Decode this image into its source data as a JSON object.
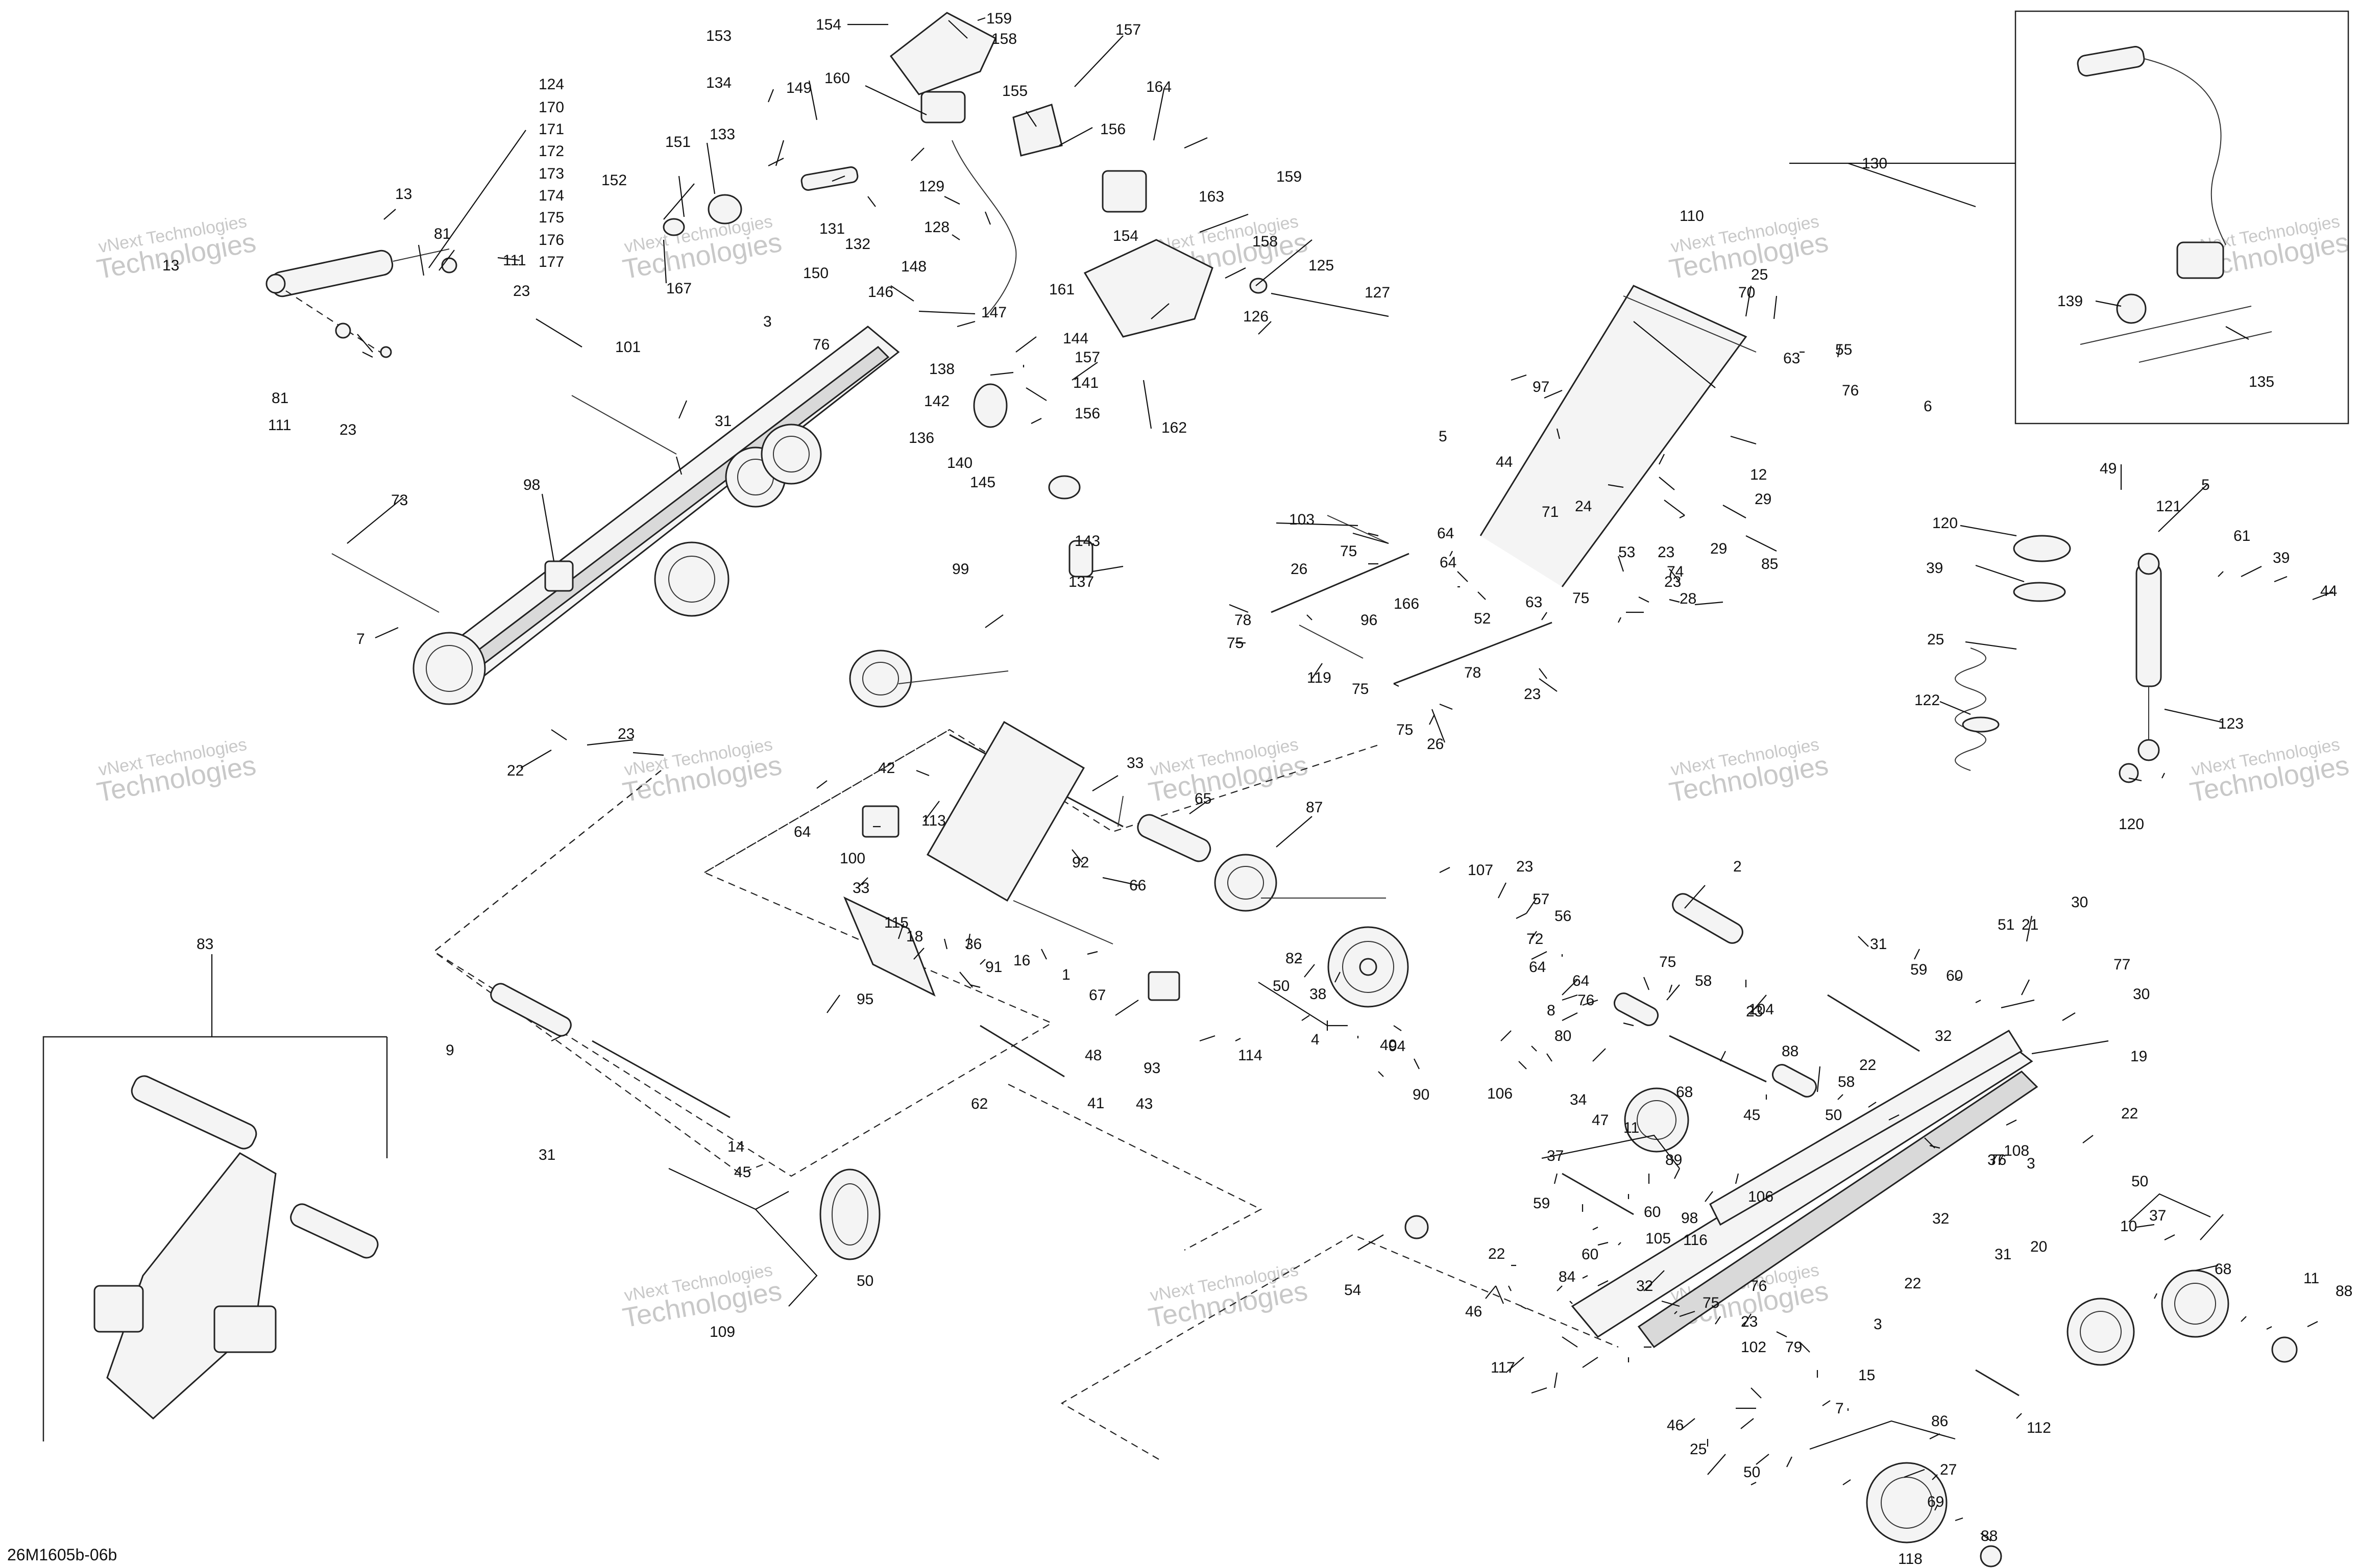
{
  "diagram": {
    "drawing_code": "26M1605b-06b",
    "watermark": {
      "line1": "vNext Technologies",
      "line2": "Technologies"
    },
    "callouts": [
      {
        "id": "c1",
        "text": "154"
      },
      {
        "id": "c2",
        "text": "159"
      },
      {
        "id": "c3",
        "text": "153"
      },
      {
        "id": "c4",
        "text": "158"
      },
      {
        "id": "c5",
        "text": "157"
      },
      {
        "id": "c6",
        "text": "134"
      },
      {
        "id": "c7",
        "text": "149"
      },
      {
        "id": "c8",
        "text": "160"
      },
      {
        "id": "c9",
        "text": "155"
      },
      {
        "id": "c10",
        "text": "164"
      },
      {
        "id": "c11",
        "text": "124"
      },
      {
        "id": "c12",
        "text": "170"
      },
      {
        "id": "c13",
        "text": "171"
      },
      {
        "id": "c14",
        "text": "172"
      },
      {
        "id": "c15",
        "text": "173"
      },
      {
        "id": "c16",
        "text": "174"
      },
      {
        "id": "c17",
        "text": "175"
      },
      {
        "id": "c18",
        "text": "176"
      },
      {
        "id": "c19",
        "text": "177"
      },
      {
        "id": "c20",
        "text": "133"
      },
      {
        "id": "c21",
        "text": "151"
      },
      {
        "id": "c22",
        "text": "156"
      },
      {
        "id": "c23",
        "text": "152"
      },
      {
        "id": "c24",
        "text": "131"
      },
      {
        "id": "c25",
        "text": "132"
      },
      {
        "id": "c26",
        "text": "163"
      },
      {
        "id": "c27",
        "text": "159"
      },
      {
        "id": "c28",
        "text": "13"
      },
      {
        "id": "c29",
        "text": "81"
      },
      {
        "id": "c30",
        "text": "129"
      },
      {
        "id": "c31",
        "text": "128"
      },
      {
        "id": "c32",
        "text": "154"
      },
      {
        "id": "c33",
        "text": "158"
      },
      {
        "id": "c34",
        "text": "150"
      },
      {
        "id": "c35",
        "text": "167"
      },
      {
        "id": "c36",
        "text": "111"
      },
      {
        "id": "c37",
        "text": "23"
      },
      {
        "id": "c38",
        "text": "13"
      },
      {
        "id": "c39",
        "text": "148"
      },
      {
        "id": "c40",
        "text": "146"
      },
      {
        "id": "c41",
        "text": "147"
      },
      {
        "id": "c42",
        "text": "161"
      },
      {
        "id": "c43",
        "text": "125"
      },
      {
        "id": "c44",
        "text": "110"
      },
      {
        "id": "c45",
        "text": "127"
      },
      {
        "id": "c46",
        "text": "126"
      },
      {
        "id": "c47",
        "text": "3"
      },
      {
        "id": "c48",
        "text": "76"
      },
      {
        "id": "c49",
        "text": "144"
      },
      {
        "id": "c50",
        "text": "157"
      },
      {
        "id": "c51",
        "text": "141"
      },
      {
        "id": "c52",
        "text": "138"
      },
      {
        "id": "c53",
        "text": "142"
      },
      {
        "id": "c54",
        "text": "162"
      },
      {
        "id": "c55",
        "text": "81"
      },
      {
        "id": "c56",
        "text": "111"
      },
      {
        "id": "c57",
        "text": "23"
      },
      {
        "id": "c58",
        "text": "101"
      },
      {
        "id": "c59",
        "text": "156"
      },
      {
        "id": "c60",
        "text": "136"
      },
      {
        "id": "c61",
        "text": "31"
      },
      {
        "id": "c62",
        "text": "140"
      },
      {
        "id": "c63",
        "text": "145"
      },
      {
        "id": "c64",
        "text": "25"
      },
      {
        "id": "c65",
        "text": "70"
      },
      {
        "id": "c66",
        "text": "63"
      },
      {
        "id": "c67",
        "text": "55"
      },
      {
        "id": "c68",
        "text": "97"
      },
      {
        "id": "c69",
        "text": "76"
      },
      {
        "id": "c70",
        "text": "6"
      },
      {
        "id": "c71",
        "text": "5"
      },
      {
        "id": "c72",
        "text": "44"
      },
      {
        "id": "c73",
        "text": "98"
      },
      {
        "id": "c74",
        "text": "12"
      },
      {
        "id": "c75",
        "text": "130"
      },
      {
        "id": "c76",
        "text": "139"
      },
      {
        "id": "c77",
        "text": "135"
      },
      {
        "id": "c78",
        "text": "73"
      },
      {
        "id": "c79",
        "text": "103"
      },
      {
        "id": "c80",
        "text": "143"
      },
      {
        "id": "c81",
        "text": "24"
      },
      {
        "id": "c82",
        "text": "29"
      },
      {
        "id": "c83",
        "text": "29"
      },
      {
        "id": "c84",
        "text": "137"
      },
      {
        "id": "c85",
        "text": "64"
      },
      {
        "id": "c86",
        "text": "71"
      },
      {
        "id": "c87",
        "text": "75"
      },
      {
        "id": "c88",
        "text": "23"
      },
      {
        "id": "c89",
        "text": "53"
      },
      {
        "id": "c90",
        "text": "74"
      },
      {
        "id": "c91",
        "text": "85"
      },
      {
        "id": "c92",
        "text": "99"
      },
      {
        "id": "c93",
        "text": "23"
      },
      {
        "id": "c94",
        "text": "26"
      },
      {
        "id": "c95",
        "text": "64"
      },
      {
        "id": "c96",
        "text": "166"
      },
      {
        "id": "c97",
        "text": "52"
      },
      {
        "id": "c98",
        "text": "63"
      },
      {
        "id": "c99",
        "text": "75"
      },
      {
        "id": "c100",
        "text": "28"
      },
      {
        "id": "c101",
        "text": "78"
      },
      {
        "id": "c102",
        "text": "96"
      },
      {
        "id": "c103",
        "text": "7"
      },
      {
        "id": "c104",
        "text": "75"
      },
      {
        "id": "c105",
        "text": "119"
      },
      {
        "id": "c106",
        "text": "78"
      },
      {
        "id": "c107",
        "text": "75"
      },
      {
        "id": "c108",
        "text": "23"
      },
      {
        "id": "c109",
        "text": "75"
      },
      {
        "id": "c110",
        "text": "26"
      },
      {
        "id": "c111",
        "text": "23"
      },
      {
        "id": "c112",
        "text": "22"
      },
      {
        "id": "c113",
        "text": "49"
      },
      {
        "id": "c114",
        "text": "5"
      },
      {
        "id": "c115",
        "text": "120"
      },
      {
        "id": "c116",
        "text": "121"
      },
      {
        "id": "c117",
        "text": "39"
      },
      {
        "id": "c118",
        "text": "61"
      },
      {
        "id": "c119",
        "text": "39"
      },
      {
        "id": "c120",
        "text": "44"
      },
      {
        "id": "c121",
        "text": "25"
      },
      {
        "id": "c122",
        "text": "122"
      },
      {
        "id": "c123",
        "text": "123"
      },
      {
        "id": "c124",
        "text": "120"
      },
      {
        "id": "c125",
        "text": "42"
      },
      {
        "id": "c126",
        "text": "33"
      },
      {
        "id": "c127",
        "text": "64"
      },
      {
        "id": "c128",
        "text": "113"
      },
      {
        "id": "c129",
        "text": "65"
      },
      {
        "id": "c130",
        "text": "87"
      },
      {
        "id": "c131",
        "text": "100"
      },
      {
        "id": "c132",
        "text": "92"
      },
      {
        "id": "c133",
        "text": "66"
      },
      {
        "id": "c134",
        "text": "33"
      },
      {
        "id": "c135",
        "text": "115"
      },
      {
        "id": "c136",
        "text": "18"
      },
      {
        "id": "c137",
        "text": "36"
      },
      {
        "id": "c138",
        "text": "16"
      },
      {
        "id": "c139",
        "text": "95"
      },
      {
        "id": "c140",
        "text": "91"
      },
      {
        "id": "c141",
        "text": "1"
      },
      {
        "id": "c142",
        "text": "67"
      },
      {
        "id": "c143",
        "text": "83"
      },
      {
        "id": "c144",
        "text": "107"
      },
      {
        "id": "c145",
        "text": "23"
      },
      {
        "id": "c146",
        "text": "57"
      },
      {
        "id": "c147",
        "text": "56"
      },
      {
        "id": "c148",
        "text": "2"
      },
      {
        "id": "c149",
        "text": "82"
      },
      {
        "id": "c150",
        "text": "50"
      },
      {
        "id": "c151",
        "text": "38"
      },
      {
        "id": "c152",
        "text": "72"
      },
      {
        "id": "c153",
        "text": "64"
      },
      {
        "id": "c154",
        "text": "64"
      },
      {
        "id": "c155",
        "text": "76"
      },
      {
        "id": "c156",
        "text": "8"
      },
      {
        "id": "c157",
        "text": "75"
      },
      {
        "id": "c158",
        "text": "58"
      },
      {
        "id": "c159",
        "text": "31"
      },
      {
        "id": "c160",
        "text": "59"
      },
      {
        "id": "c161",
        "text": "60"
      },
      {
        "id": "c162",
        "text": "51"
      },
      {
        "id": "c163",
        "text": "21"
      },
      {
        "id": "c164",
        "text": "30"
      },
      {
        "id": "c165",
        "text": "77"
      },
      {
        "id": "c166",
        "text": "30"
      },
      {
        "id": "c167",
        "text": "9"
      },
      {
        "id": "c168",
        "text": "48"
      },
      {
        "id": "c169",
        "text": "93"
      },
      {
        "id": "c170",
        "text": "114"
      },
      {
        "id": "c171",
        "text": "94"
      },
      {
        "id": "c172",
        "text": "40"
      },
      {
        "id": "c173",
        "text": "80"
      },
      {
        "id": "c174",
        "text": "23"
      },
      {
        "id": "c175",
        "text": "104"
      },
      {
        "id": "c176",
        "text": "32"
      },
      {
        "id": "c177",
        "text": "19"
      },
      {
        "id": "c178",
        "text": "62"
      },
      {
        "id": "c179",
        "text": "41"
      },
      {
        "id": "c180",
        "text": "43"
      },
      {
        "id": "c181",
        "text": "4"
      },
      {
        "id": "c182",
        "text": "90"
      },
      {
        "id": "c183",
        "text": "106"
      },
      {
        "id": "c184",
        "text": "34"
      },
      {
        "id": "c185",
        "text": "88"
      },
      {
        "id": "c186",
        "text": "58"
      },
      {
        "id": "c187",
        "text": "22"
      },
      {
        "id": "c188",
        "text": "31"
      },
      {
        "id": "c189",
        "text": "47"
      },
      {
        "id": "c190",
        "text": "11"
      },
      {
        "id": "c191",
        "text": "68"
      },
      {
        "id": "c192",
        "text": "45"
      },
      {
        "id": "c193",
        "text": "50"
      },
      {
        "id": "c194",
        "text": "22"
      },
      {
        "id": "c195",
        "text": "14"
      },
      {
        "id": "c196",
        "text": "37"
      },
      {
        "id": "c197",
        "text": "89"
      },
      {
        "id": "c198",
        "text": "37"
      },
      {
        "id": "c199",
        "text": "108"
      },
      {
        "id": "c200",
        "text": "76"
      },
      {
        "id": "c201",
        "text": "3"
      },
      {
        "id": "c202",
        "text": "45"
      },
      {
        "id": "c203",
        "text": "59"
      },
      {
        "id": "c204",
        "text": "60"
      },
      {
        "id": "c205",
        "text": "98"
      },
      {
        "id": "c206",
        "text": "106"
      },
      {
        "id": "c207",
        "text": "50"
      },
      {
        "id": "c208",
        "text": "105"
      },
      {
        "id": "c209",
        "text": "116"
      },
      {
        "id": "c210",
        "text": "32"
      },
      {
        "id": "c211",
        "text": "31"
      },
      {
        "id": "c212",
        "text": "20"
      },
      {
        "id": "c213",
        "text": "10"
      },
      {
        "id": "c214",
        "text": "37"
      },
      {
        "id": "c215",
        "text": "50"
      },
      {
        "id": "c216",
        "text": "54"
      },
      {
        "id": "c217",
        "text": "22"
      },
      {
        "id": "c218",
        "text": "60"
      },
      {
        "id": "c219",
        "text": "84"
      },
      {
        "id": "c220",
        "text": "22"
      },
      {
        "id": "c221",
        "text": "76"
      },
      {
        "id": "c222",
        "text": "32"
      },
      {
        "id": "c223",
        "text": "68"
      },
      {
        "id": "c224",
        "text": "11"
      },
      {
        "id": "c225",
        "text": "88"
      },
      {
        "id": "c226",
        "text": "109"
      },
      {
        "id": "c227",
        "text": "46"
      },
      {
        "id": "c228",
        "text": "75"
      },
      {
        "id": "c229",
        "text": "23"
      },
      {
        "id": "c230",
        "text": "3"
      },
      {
        "id": "c231",
        "text": "117"
      },
      {
        "id": "c232",
        "text": "102"
      },
      {
        "id": "c233",
        "text": "79"
      },
      {
        "id": "c234",
        "text": "15"
      },
      {
        "id": "c235",
        "text": "46"
      },
      {
        "id": "c236",
        "text": "7"
      },
      {
        "id": "c237",
        "text": "112"
      },
      {
        "id": "c238",
        "text": "25"
      },
      {
        "id": "c239",
        "text": "86"
      },
      {
        "id": "c240",
        "text": "50"
      },
      {
        "id": "c241",
        "text": "27"
      },
      {
        "id": "c242",
        "text": "69"
      },
      {
        "id": "c243",
        "text": "118"
      },
      {
        "id": "c244",
        "text": "88"
      }
    ]
  }
}
